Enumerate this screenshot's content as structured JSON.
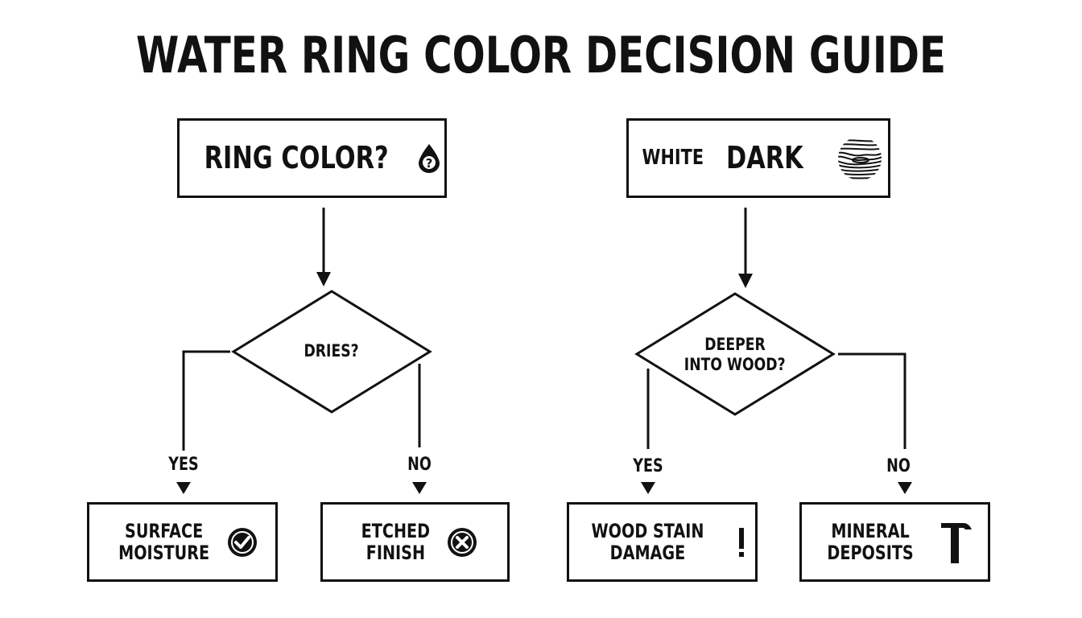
{
  "title": "WATER RING COLOR DECISION GUIDE",
  "left": {
    "start": "RING COLOR?",
    "start_icon": "water-drop-question-icon",
    "decision": "DRIES?",
    "yes_label": "YES",
    "no_label": "NO",
    "outcome_yes": {
      "line1": "SURFACE",
      "line2": "MOISTURE",
      "icon": "check-circle-icon"
    },
    "outcome_no": {
      "line1": "ETCHED",
      "line2": "FINISH",
      "icon": "x-circle-icon"
    }
  },
  "right": {
    "start_white": "WHITE",
    "start_dark": "DARK",
    "start_icon": "wood-grain-circle-icon",
    "decision_line1": "DEEPER",
    "decision_line2": "INTO WOOD?",
    "yes_label": "YES",
    "no_label": "NO",
    "outcome_yes": {
      "line1": "WOOD STAIN",
      "line2": "DAMAGE",
      "icon": "exclamation-icon"
    },
    "outcome_no": {
      "line1": "MINERAL",
      "line2": "DEPOSITS",
      "icon": "hammer-icon"
    }
  },
  "colors": {
    "ink": "#111111",
    "background": "#ffffff"
  }
}
